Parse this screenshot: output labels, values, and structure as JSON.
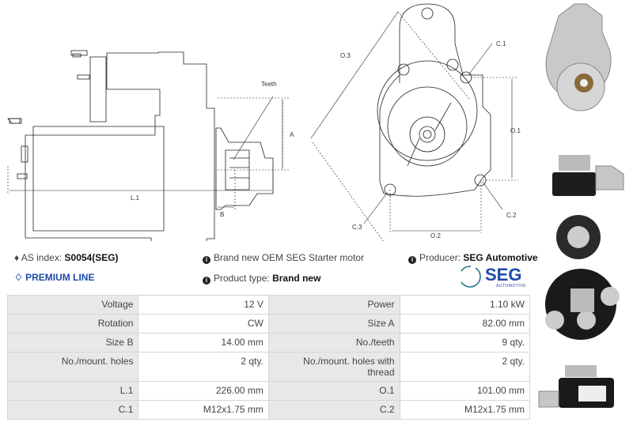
{
  "drawing": {
    "teeth": "Teeth",
    "a": "A",
    "b": "B",
    "l1": "L.1",
    "o1": "O.1",
    "o2": "O.2",
    "o3": "O.3",
    "c1": "C.1",
    "c2": "C.2",
    "c3": "C.3"
  },
  "info": {
    "as_index_label": "AS index:",
    "as_index_value": "S0054(SEG)",
    "premium": "PREMIUM LINE",
    "description": "Brand new OEM SEG Starter motor",
    "product_type_label": "Product type:",
    "product_type_value": "Brand new",
    "producer_label": "Producer:",
    "producer_value": "SEG Automotive"
  },
  "logo": {
    "name": "SEG",
    "sub": "AUTOMOTIVE",
    "color": "#1f4aa8"
  },
  "specs": [
    [
      {
        "label": "Voltage",
        "value": "12 V"
      },
      {
        "label": "Power",
        "value": "1.10 kW"
      }
    ],
    [
      {
        "label": "Rotation",
        "value": "CW"
      },
      {
        "label": "Size A",
        "value": "82.00 mm"
      }
    ],
    [
      {
        "label": "Size B",
        "value": "14.00 mm"
      },
      {
        "label": "No./teeth",
        "value": "9 qty."
      }
    ],
    [
      {
        "label": "No./mount. holes",
        "value": "2 qty."
      },
      {
        "label": "No./mount. holes with thread",
        "value": "2 qty."
      }
    ],
    [
      {
        "label": "L.1",
        "value": "226.00 mm"
      },
      {
        "label": "O.1",
        "value": "101.00 mm"
      }
    ],
    [
      {
        "label": "C.1",
        "value": "M12x1.75 mm"
      },
      {
        "label": "C.2",
        "value": "M12x1.75 mm"
      }
    ]
  ]
}
